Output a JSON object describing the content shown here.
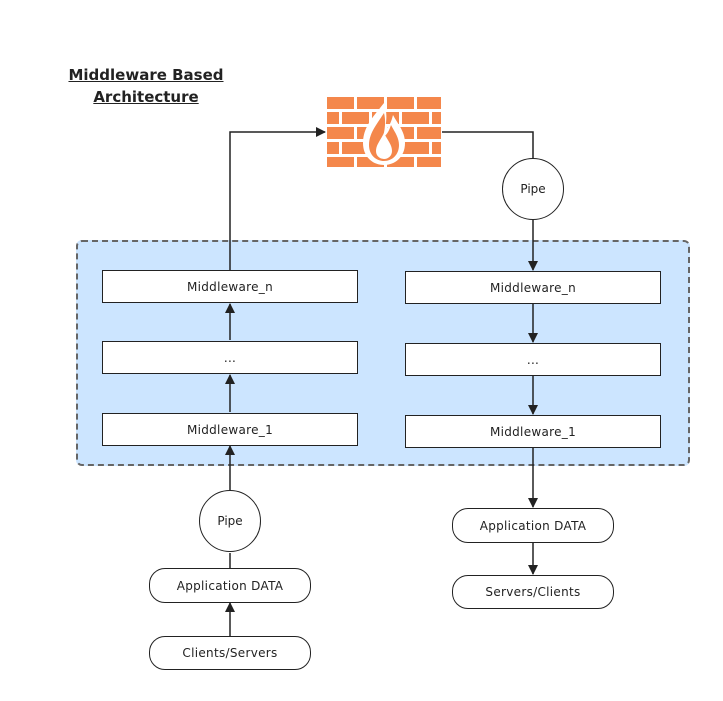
{
  "title": {
    "line1": "Middleware Based",
    "line2": "Architecture"
  },
  "left_column": {
    "middleware_top": "Middleware_n",
    "middleware_mid": "...",
    "middleware_bottom": "Middleware_1",
    "pipe": "Pipe",
    "app_data": "Application DATA",
    "endpoint": "Clients/Servers"
  },
  "right_column": {
    "pipe": "Pipe",
    "middleware_top": "Middleware_n",
    "middleware_mid": "...",
    "middleware_bottom": "Middleware_1",
    "app_data": "Application DATA",
    "endpoint": "Servers/Clients"
  },
  "icons": {
    "firewall": "firewall-icon"
  },
  "colors": {
    "zone_fill": "#cce5ff",
    "firewall_brick": "#f4874b",
    "firewall_mortar": "#ffffff"
  }
}
